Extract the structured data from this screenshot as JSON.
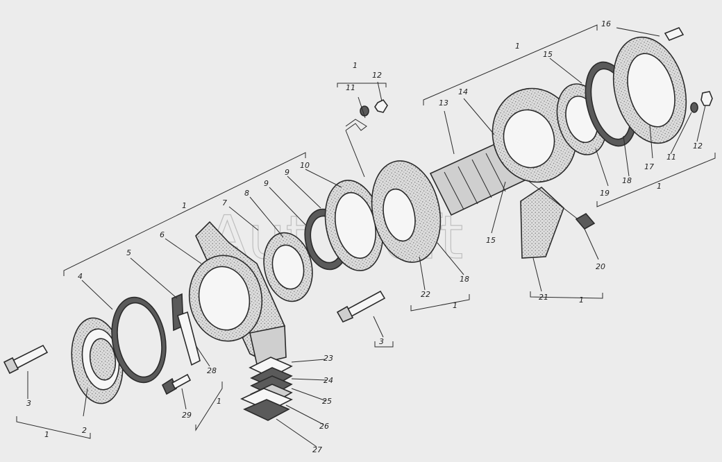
{
  "watermark": "AutoSoft",
  "labels": {
    "l1": "1",
    "l2": "2",
    "l3": "3",
    "l4": "4",
    "l5": "5",
    "l6": "6",
    "l7": "7",
    "l8": "8",
    "l9": "9",
    "l10": "10",
    "l11": "11",
    "l12": "12",
    "l13": "13",
    "l14": "14",
    "l15": "15",
    "l16": "16",
    "l17": "17",
    "l18": "18",
    "l19": "19",
    "l20": "20",
    "l21": "21",
    "l22": "22",
    "l23": "23",
    "l24": "24",
    "l25": "25",
    "l26": "26",
    "l27": "27",
    "l28": "28",
    "l29": "29"
  }
}
